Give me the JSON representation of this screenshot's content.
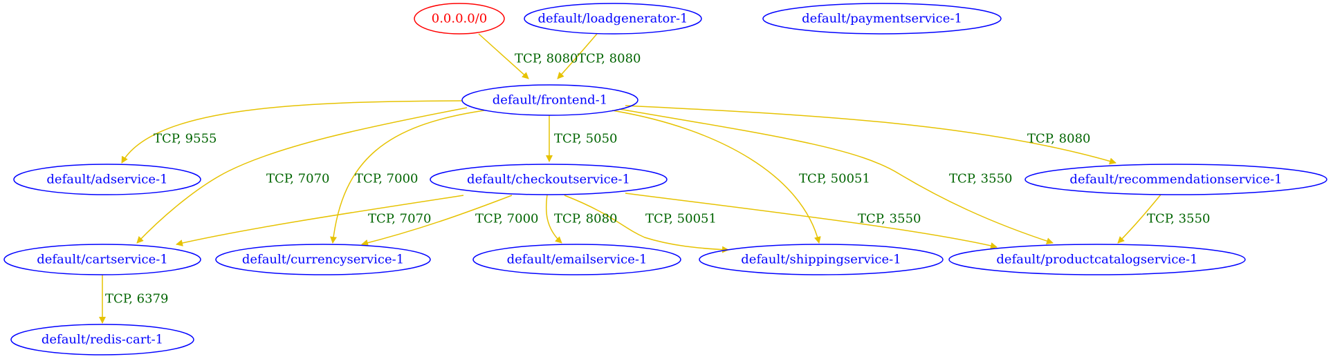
{
  "colors": {
    "node_stroke": "#0000ff",
    "node_text": "#0000ff",
    "external_stroke": "#ff0000",
    "external_text": "#ff0000",
    "edge": "#e6c200",
    "edge_label": "#006400"
  },
  "nodes": [
    {
      "id": "ext",
      "label": "0.0.0.0/0",
      "kind": "external"
    },
    {
      "id": "loadgen",
      "label": "default/loadgenerator-1",
      "kind": "service"
    },
    {
      "id": "payment",
      "label": "default/paymentservice-1",
      "kind": "service"
    },
    {
      "id": "frontend",
      "label": "default/frontend-1",
      "kind": "service"
    },
    {
      "id": "ad",
      "label": "default/adservice-1",
      "kind": "service"
    },
    {
      "id": "checkout",
      "label": "default/checkoutservice-1",
      "kind": "service"
    },
    {
      "id": "recommend",
      "label": "default/recommendationservice-1",
      "kind": "service"
    },
    {
      "id": "cart",
      "label": "default/cartservice-1",
      "kind": "service"
    },
    {
      "id": "currency",
      "label": "default/currencyservice-1",
      "kind": "service"
    },
    {
      "id": "email",
      "label": "default/emailservice-1",
      "kind": "service"
    },
    {
      "id": "shipping",
      "label": "default/shippingservice-1",
      "kind": "service"
    },
    {
      "id": "catalog",
      "label": "default/productcatalogservice-1",
      "kind": "service"
    },
    {
      "id": "redis",
      "label": "default/redis-cart-1",
      "kind": "service"
    }
  ],
  "edges": [
    {
      "id": "ext-frontend",
      "from": "ext",
      "to": "frontend",
      "label": "TCP, 8080"
    },
    {
      "id": "loadgen-frontend",
      "from": "loadgen",
      "to": "frontend",
      "label": "TCP, 8080"
    },
    {
      "id": "frontend-ad",
      "from": "frontend",
      "to": "ad",
      "label": "TCP, 9555"
    },
    {
      "id": "frontend-cart",
      "from": "frontend",
      "to": "cart",
      "label": "TCP, 7070"
    },
    {
      "id": "frontend-currency",
      "from": "frontend",
      "to": "currency",
      "label": "TCP, 7000"
    },
    {
      "id": "frontend-checkout",
      "from": "frontend",
      "to": "checkout",
      "label": "TCP, 5050"
    },
    {
      "id": "frontend-shipping",
      "from": "frontend",
      "to": "shipping",
      "label": "TCP, 50051"
    },
    {
      "id": "frontend-catalog",
      "from": "frontend",
      "to": "catalog",
      "label": "TCP, 3550"
    },
    {
      "id": "frontend-recommend",
      "from": "frontend",
      "to": "recommend",
      "label": "TCP, 8080"
    },
    {
      "id": "checkout-cart",
      "from": "checkout",
      "to": "cart",
      "label": "TCP, 7070"
    },
    {
      "id": "checkout-currency",
      "from": "checkout",
      "to": "currency",
      "label": "TCP, 7000"
    },
    {
      "id": "checkout-email",
      "from": "checkout",
      "to": "email",
      "label": "TCP, 8080"
    },
    {
      "id": "checkout-shipping",
      "from": "checkout",
      "to": "shipping",
      "label": "TCP, 50051"
    },
    {
      "id": "checkout-catalog",
      "from": "checkout",
      "to": "catalog",
      "label": "TCP, 3550"
    },
    {
      "id": "recommend-catalog",
      "from": "recommend",
      "to": "catalog",
      "label": "TCP, 3550"
    },
    {
      "id": "cart-redis",
      "from": "cart",
      "to": "redis",
      "label": "TCP, 6379"
    }
  ]
}
